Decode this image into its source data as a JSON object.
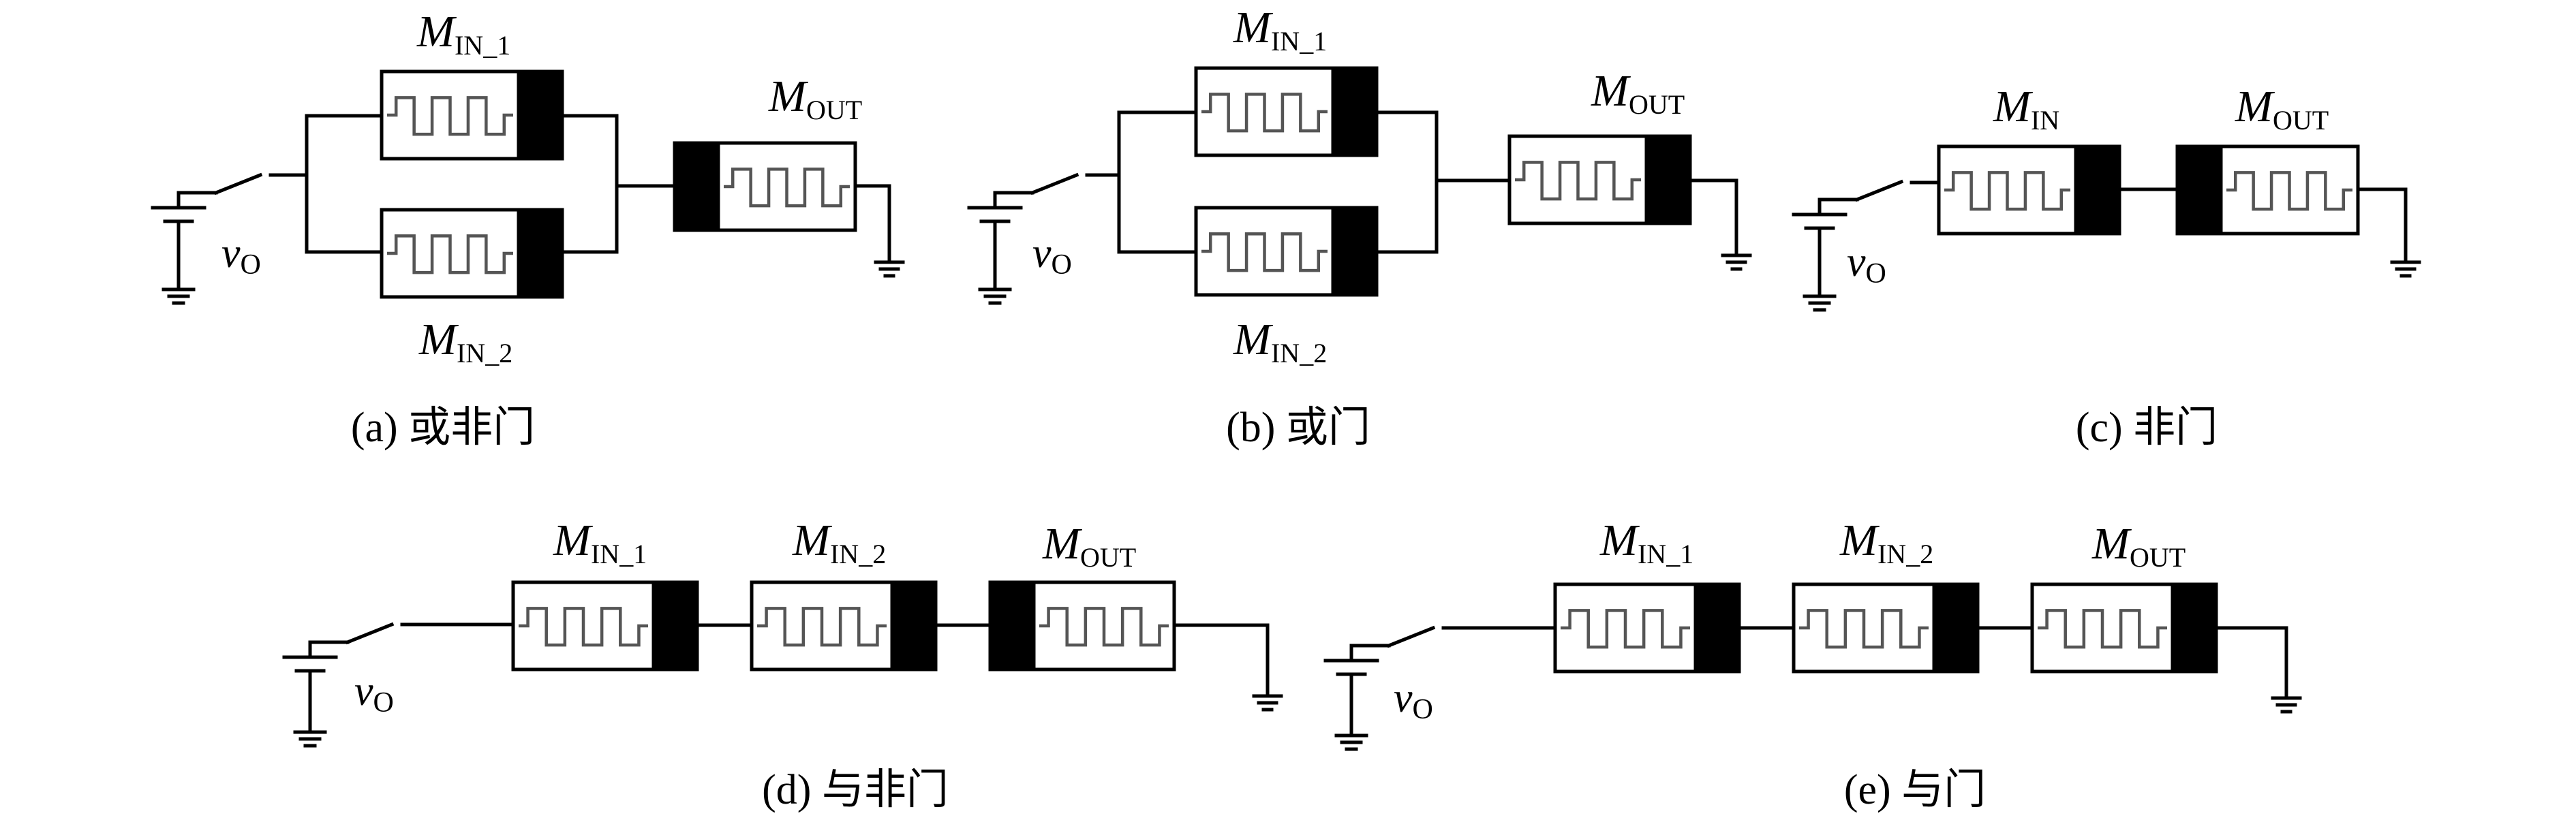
{
  "labels": {
    "m": "M",
    "in_1": "IN_1",
    "in_2": "IN_2",
    "in": "IN",
    "out": "OUT",
    "v": "v",
    "o": "O"
  },
  "captions": {
    "a": "(a) 或非门",
    "b": "(b) 或门",
    "c": "(c) 非门",
    "d": "(d) 与非门",
    "e": "(e) 与门"
  }
}
